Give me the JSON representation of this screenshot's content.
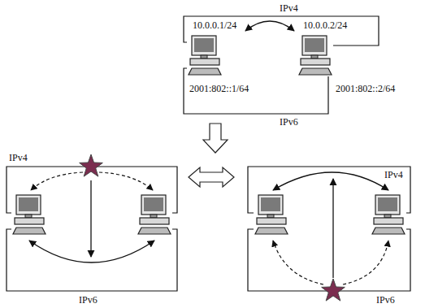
{
  "diagram": {
    "nodes": [
      {
        "text": [
          "10.0.0.1/24",
          "2001:802::1/64"
        ]
      },
      {
        "text": [
          "10.0.0.2/24",
          "2001:802::2/64"
        ]
      }
    ],
    "edges": [
      {
        "from": 0,
        "to": 1,
        "arrow": "none",
        "label": "IPv4"
      },
      {
        "from": 0,
        "to": 1,
        "arrow": "none",
        "label": "IPv6"
      }
    ],
    "labels": [
      "IPv4",
      "IPv6",
      "IPv4",
      "IPv6"
    ]
  }
}
